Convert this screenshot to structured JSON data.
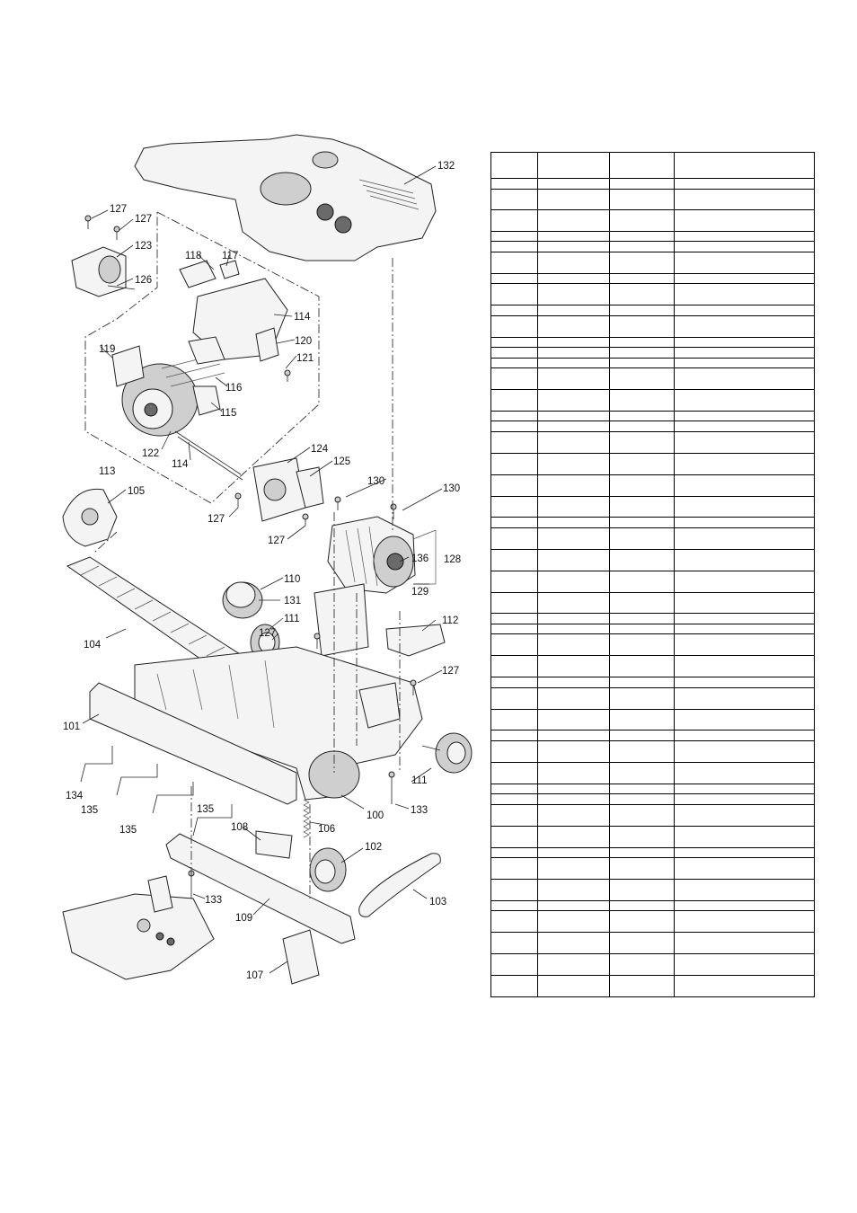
{
  "diagram": {
    "callouts": [
      "100",
      "101",
      "102",
      "103",
      "104",
      "105",
      "106",
      "107",
      "108",
      "109",
      "110",
      "111",
      "112",
      "113",
      "114",
      "115",
      "116",
      "117",
      "118",
      "119",
      "120",
      "121",
      "122",
      "123",
      "124",
      "125",
      "126",
      "127",
      "128",
      "129",
      "130",
      "131",
      "132",
      "133",
      "134",
      "135",
      "136"
    ]
  },
  "parts_table": {
    "row_count": 49,
    "columns": 4
  }
}
